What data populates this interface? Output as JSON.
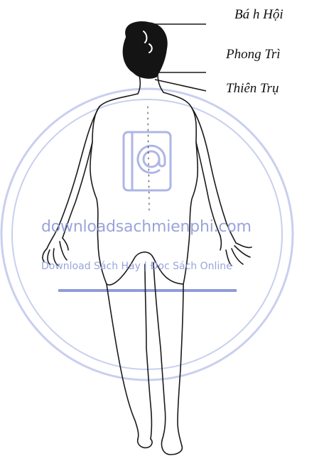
{
  "labels": [
    {
      "text": "Bá h Hội"
    },
    {
      "text": "Phong Trì"
    },
    {
      "text": "Thiên Trụ"
    }
  ],
  "watermark": {
    "url": "downloadsachmienphi.com",
    "tagline": "Download Sách Hay | Đọc Sách Online",
    "color": "#8f9bd8"
  }
}
